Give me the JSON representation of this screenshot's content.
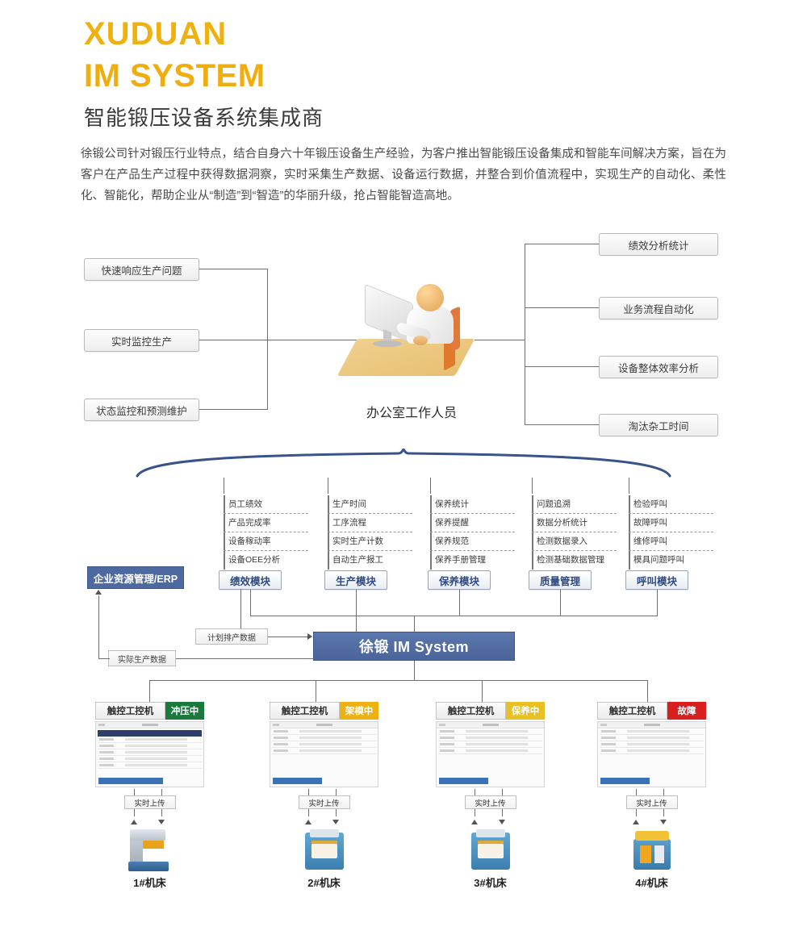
{
  "header": {
    "brand_line1": "XUDUAN",
    "brand_line2": "IM SYSTEM",
    "subtitle": "智能锻压设备系统集成商",
    "intro": "徐锻公司针对锻压行业特点，结合自身六十年锻压设备生产经验，为客户推出智能锻压设备集成和智能车间解决方案，旨在为客户在产品生产过程中获得数据洞察，实时采集生产数据、设备运行数据，并整合到价值流程中，实现生产的自动化、柔性化、智能化，帮助企业从“制造”到“智造”的华丽升级，抢占智能智造高地。",
    "brand_color": "#EEB111"
  },
  "diagram": {
    "left_boxes": [
      {
        "label": "快速响应生产问题"
      },
      {
        "label": "实时监控生产"
      },
      {
        "label": "状态监控和预测维护"
      }
    ],
    "center": {
      "illustration": "office-worker-at-desk",
      "label": "办公室工作人员"
    },
    "right_boxes": [
      {
        "label": "绩效分析统计"
      },
      {
        "label": "业务流程自动化"
      },
      {
        "label": "设备整体效率分析"
      },
      {
        "label": "淘汰杂工时间"
      }
    ]
  },
  "modules": [
    {
      "button": "绩效模块",
      "items": [
        "员工绩效",
        "产品完成率",
        "设备稼动率",
        "设备OEE分析"
      ]
    },
    {
      "button": "生产模块",
      "items": [
        "生产时间",
        "工序流程",
        "实时生产计数",
        "自动生产报工"
      ]
    },
    {
      "button": "保养模块",
      "items": [
        "保养统计",
        "保养提醒",
        "保养规范",
        "保养手册管理"
      ]
    },
    {
      "button": "质量管理",
      "items": [
        "问题追溯",
        "数据分析统计",
        "检测数据录入",
        "检测基础数据管理"
      ]
    },
    {
      "button": "呼叫模块",
      "items": [
        "检验呼叫",
        "故障呼叫",
        "维修呼叫",
        "模具问题呼叫"
      ]
    }
  ],
  "system": {
    "erp_label": "企业资源管理/ERP",
    "main_label": "徐锻 IM System",
    "plan_data_label": "计划排产数据",
    "actual_data_label": "实际生产数据",
    "erp_color": "#4d69a0",
    "main_color": "#4b649a"
  },
  "terminals": [
    {
      "name": "触控工控机",
      "status": "冲压中",
      "status_color": "#1a7a3c",
      "upload": "实时上传",
      "machine": "1#机床"
    },
    {
      "name": "触控工控机",
      "status": "架模中",
      "status_color": "#eeb111",
      "upload": "实时上传",
      "machine": "2#机床"
    },
    {
      "name": "触控工控机",
      "status": "保养中",
      "status_color": "#e8c022",
      "upload": "实时上传",
      "machine": "3#机床"
    },
    {
      "name": "触控工控机",
      "status": "故障",
      "status_color": "#d81e1e",
      "upload": "实时上传",
      "machine": "4#机床"
    }
  ]
}
